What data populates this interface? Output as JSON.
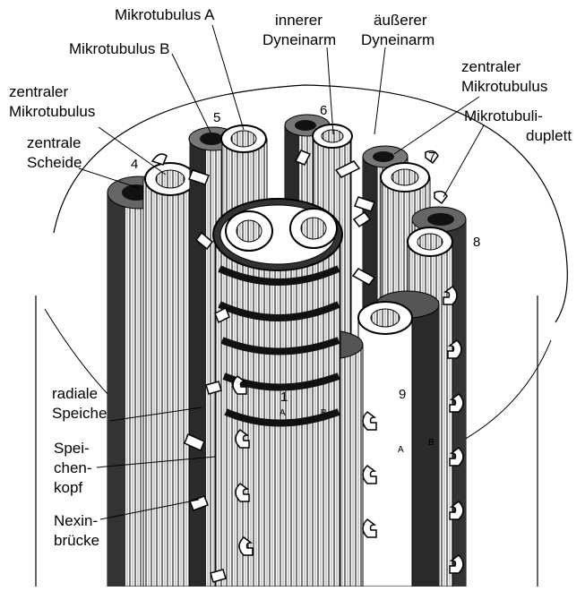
{
  "labels": {
    "mikrotubulus_a": "Mikrotubulus A",
    "mikrotubulus_b": "Mikrotubulus B",
    "innerer_1": "innerer",
    "innerer_2": "Dyneinarm",
    "aeusserer_1": "äußerer",
    "aeusserer_2": "Dyneinarm",
    "zentraler_r_1": "zentraler",
    "zentraler_r_2": "Mikrotubulus",
    "duplett_1": "Mikrotubuli-",
    "duplett_2": "duplett",
    "zentraler_l_1": "zentraler",
    "zentraler_l_2": "Mikrotubulus",
    "scheide_1": "zentrale",
    "scheide_2": "Scheide",
    "speiche_1": "radiale",
    "speiche_2": "Speiche",
    "kopf_1": "Spei-",
    "kopf_2": "chen-",
    "kopf_3": "kopf",
    "nexin_1": "Nexin-",
    "nexin_2": "brücke"
  },
  "numbers": [
    "1",
    "4",
    "5",
    "6",
    "7",
    "8",
    "9"
  ],
  "sublabels": [
    "A",
    "B",
    "A",
    "B"
  ]
}
